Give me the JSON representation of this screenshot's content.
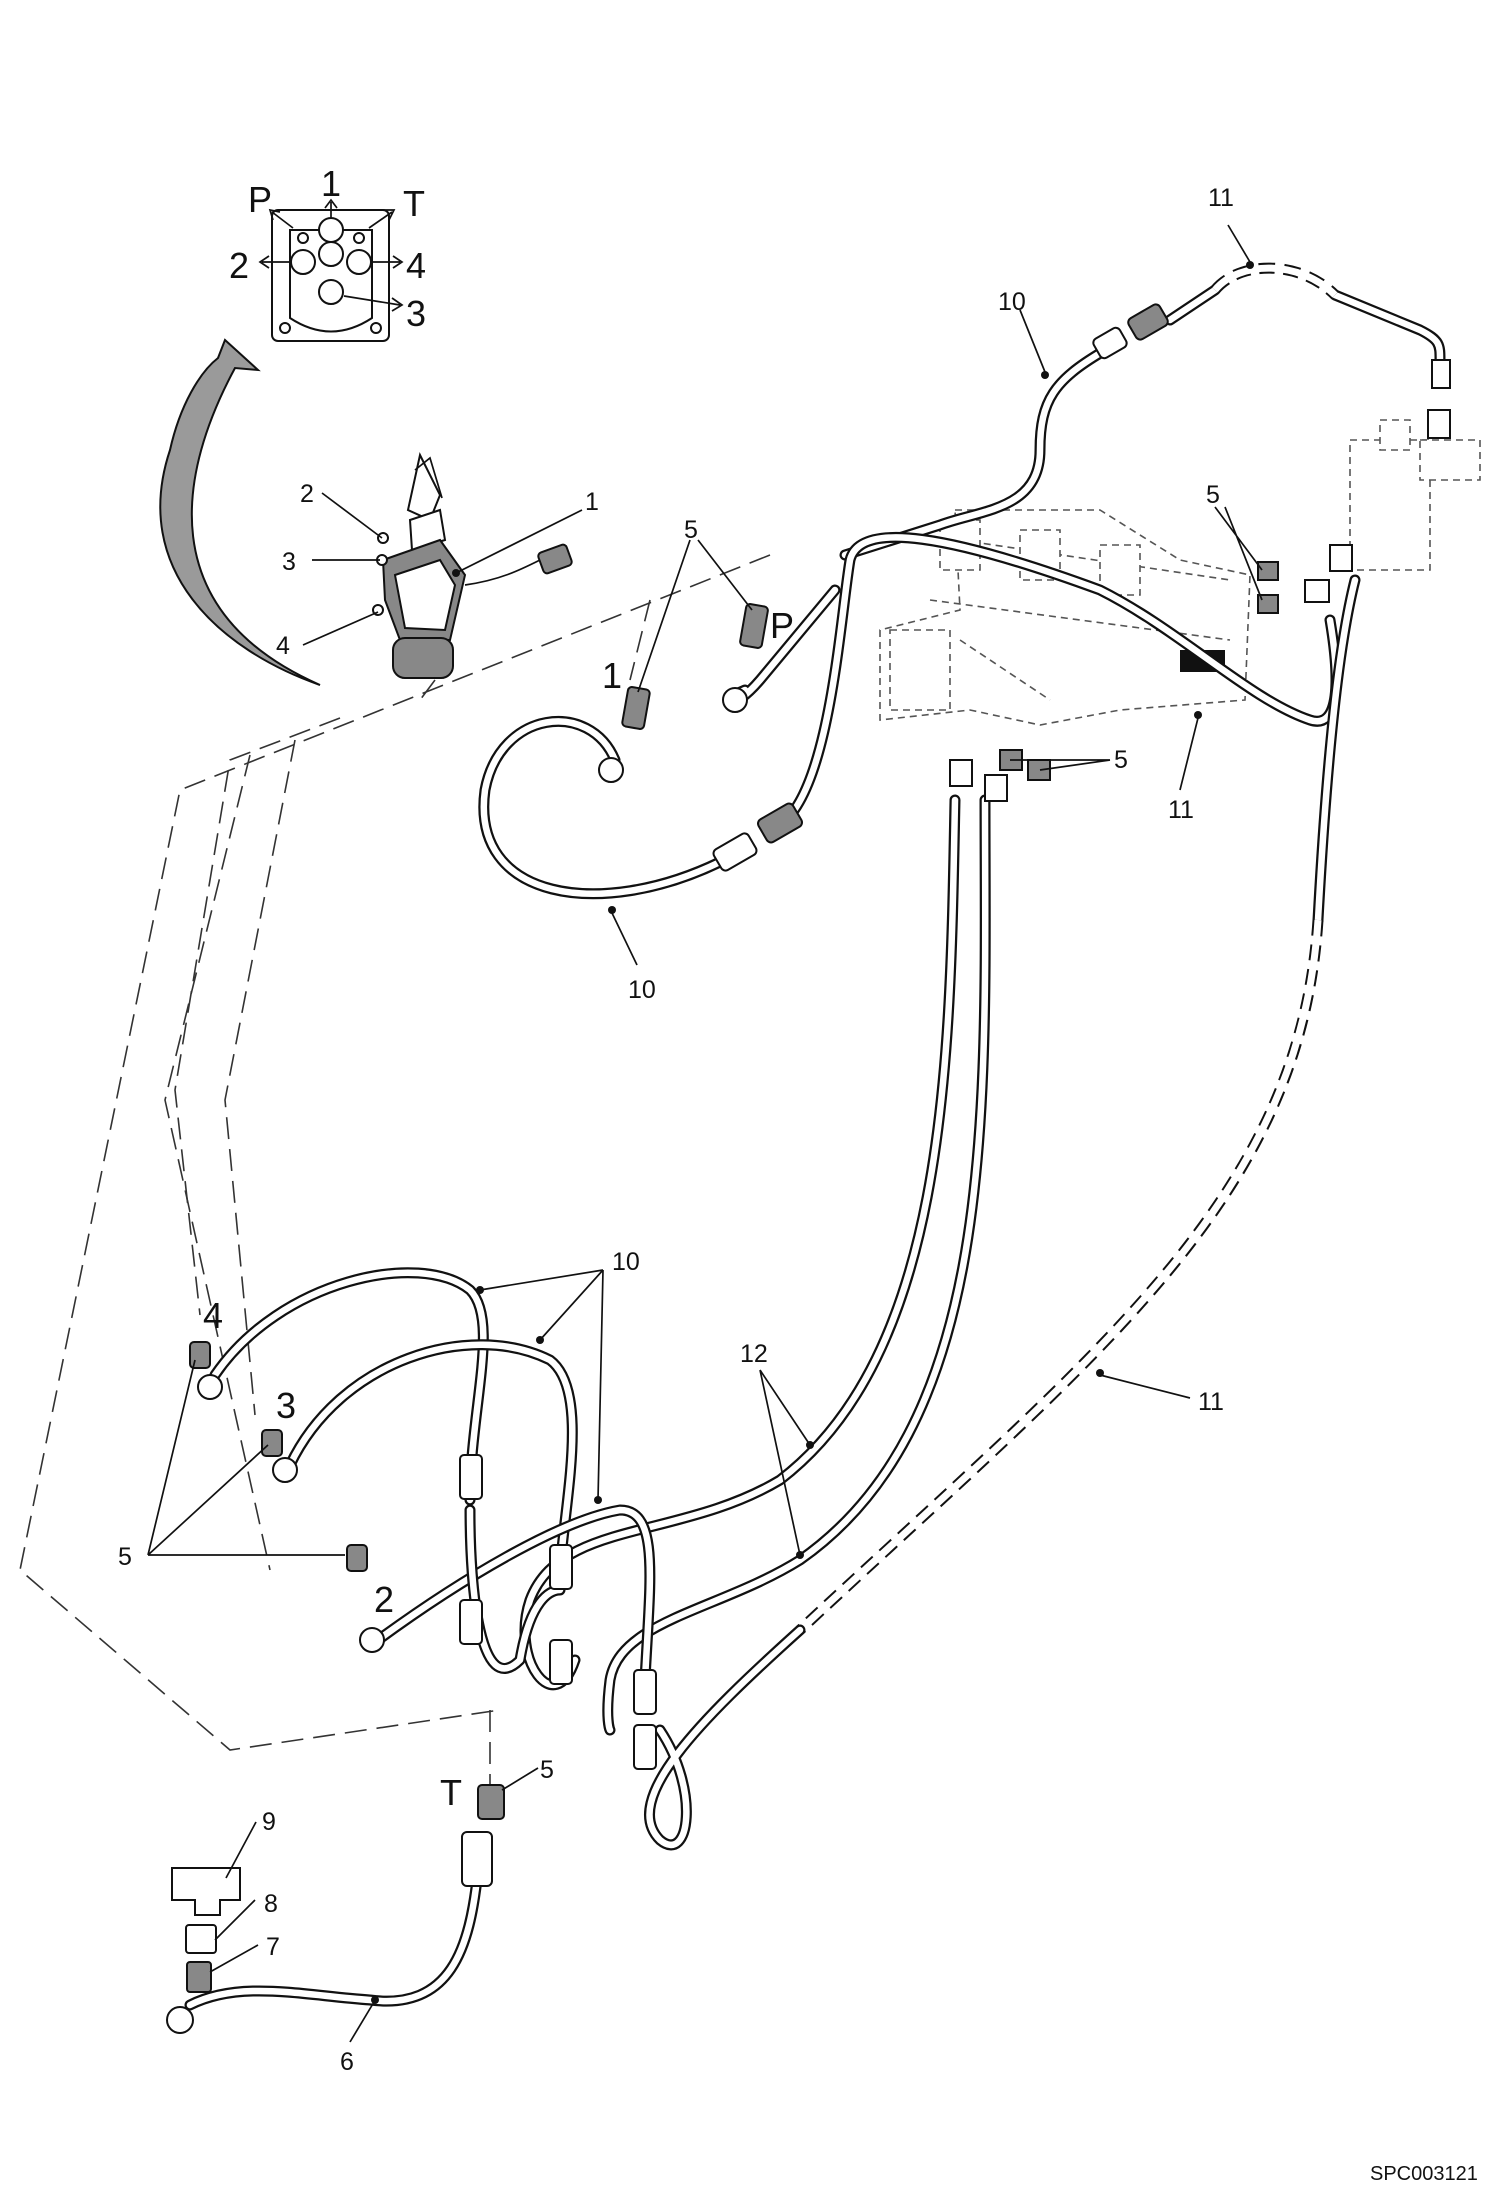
{
  "diagram": {
    "ports": {
      "inset_p": "P",
      "inset_1": "1",
      "inset_t": "T",
      "inset_2": "2",
      "inset_4": "4",
      "inset_3": "3",
      "valve_1": "1",
      "valve_p": "P",
      "line_4": "4",
      "line_3": "3",
      "line_2": "2",
      "line_t": "T"
    },
    "callouts": {
      "joystick": "1",
      "screw": "2",
      "washer": "3",
      "nut": "4",
      "adapter_top": "5",
      "adapter_right": "5",
      "adapter_mid": "5",
      "adapter_left": "5",
      "adapter_bottom": "5",
      "hose_6": "6",
      "fitting_7": "7",
      "fitting_8": "8",
      "tee_9": "9",
      "hose_10_top": "10",
      "hose_10_mid": "10",
      "hose_10_lower": "10",
      "hose_11_top": "11",
      "hose_11_mid": "11",
      "hose_11_lower": "11",
      "hose_12": "12"
    },
    "reference": "SPC003121"
  }
}
